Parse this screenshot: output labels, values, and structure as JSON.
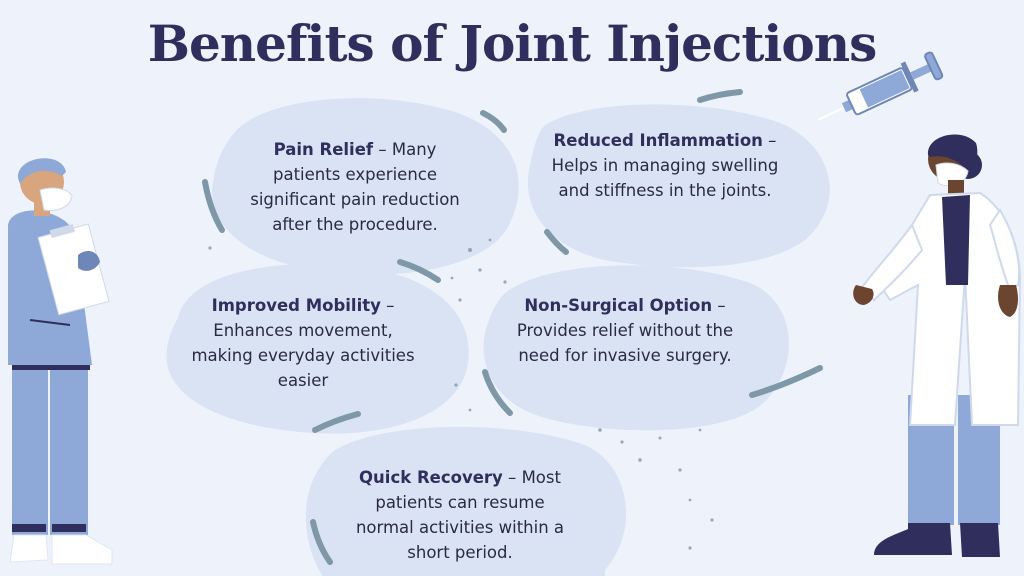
{
  "title": "Benefits of Joint Injections",
  "colors": {
    "background": "#eef3fb",
    "blob": "#d9e3f3",
    "title": "#2f2e5c",
    "accent_stroke": "#7e98a8",
    "scrubs": "#8ea8d8"
  },
  "cards": [
    {
      "heading": "Pain Relief",
      "body": "Many patients experience significant pain reduction after the procedure."
    },
    {
      "heading": "Reduced Inflammation",
      "body": "Helps in managing swelling and stiffness in the joints."
    },
    {
      "heading": "Improved Mobility",
      "body": "Enhances movement, making everyday activities easier"
    },
    {
      "heading": "Non-Surgical Option",
      "body": "Provides relief without the need for invasive surgery."
    },
    {
      "heading": "Quick Recovery",
      "body": "Most patients can resume normal activities within a short period."
    }
  ],
  "illustrations": {
    "left": "nurse-with-clipboard-icon",
    "right": "doctor-in-white-coat-icon",
    "top_right": "syringe-icon"
  }
}
